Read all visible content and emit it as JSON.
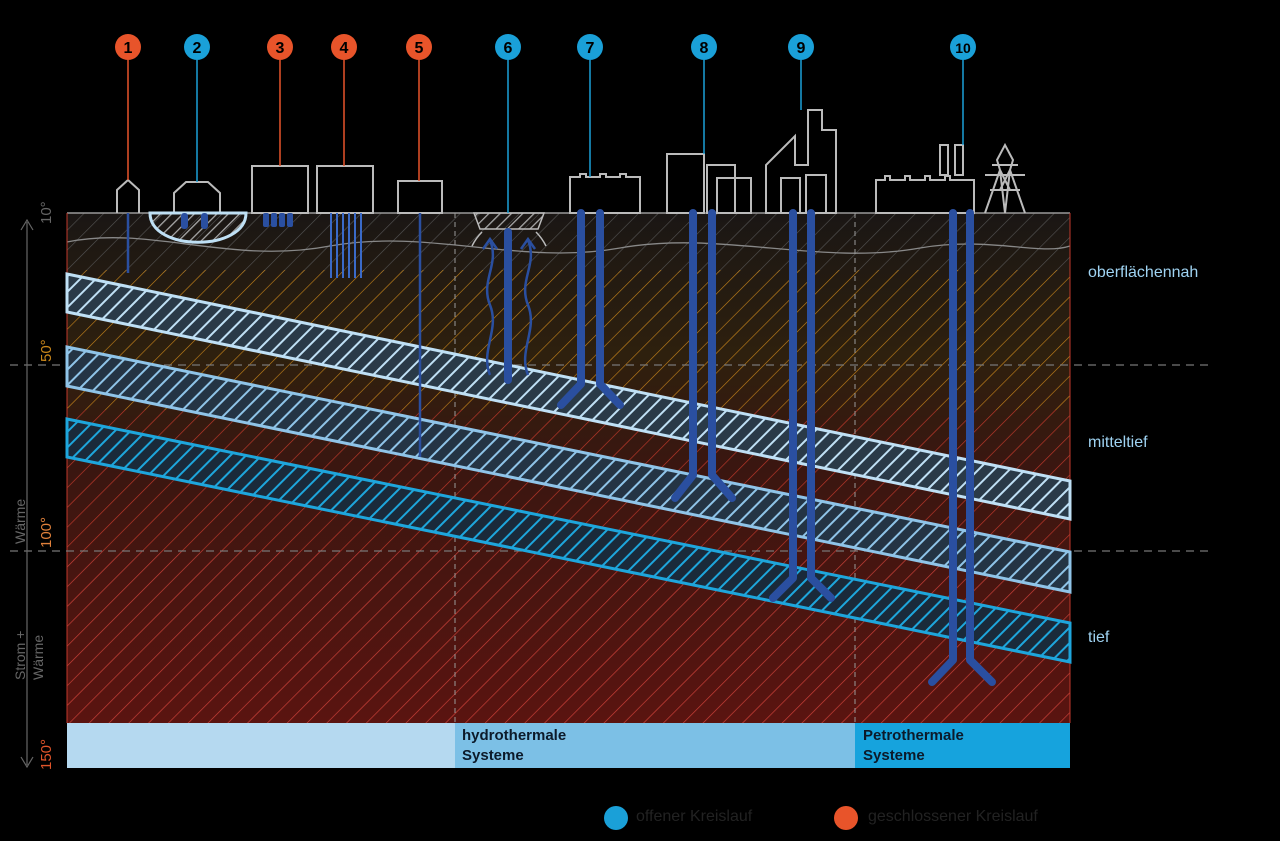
{
  "markers": [
    {
      "num": "1",
      "color": "#e8542a"
    },
    {
      "num": "2",
      "color": "#1aa0d8"
    },
    {
      "num": "3",
      "color": "#e8542a"
    },
    {
      "num": "4",
      "color": "#e8542a"
    },
    {
      "num": "5",
      "color": "#e8542a"
    },
    {
      "num": "6",
      "color": "#1aa0d8"
    },
    {
      "num": "7",
      "color": "#1aa0d8"
    },
    {
      "num": "8",
      "color": "#1aa0d8"
    },
    {
      "num": "9",
      "color": "#1aa0d8"
    },
    {
      "num": "10",
      "color": "#1aa0d8"
    }
  ],
  "depth_labels": {
    "shallow": "oberflächennah",
    "medium": "mitteltief",
    "deep": "tief"
  },
  "temperatures": {
    "t10": "10°",
    "t50": "50°",
    "t100": "100°",
    "t150": "150°"
  },
  "usage": {
    "heat": "Wärme",
    "power_line1": "Strom +",
    "power_line2": "Wärme"
  },
  "systems": {
    "hydro_line1": "hydrothermale",
    "hydro_line2": "Systeme",
    "petro_line1": "Petrothermale",
    "petro_line2": "Systeme"
  },
  "legend": {
    "open": "offener Kreislauf",
    "closed": "geschlossener Kreislauf",
    "open_color": "#1aa0d8",
    "closed_color": "#e8542a"
  },
  "colors": {
    "pipe": "#2a4fa0",
    "band_light": "#bfe0f5",
    "band_mid": "#8fc4e8",
    "band_deep": "#1ea6dc",
    "bar_light": "#b5d9f0",
    "bar_mid": "#7cc0e6",
    "bar_deep": "#16a3dd"
  }
}
